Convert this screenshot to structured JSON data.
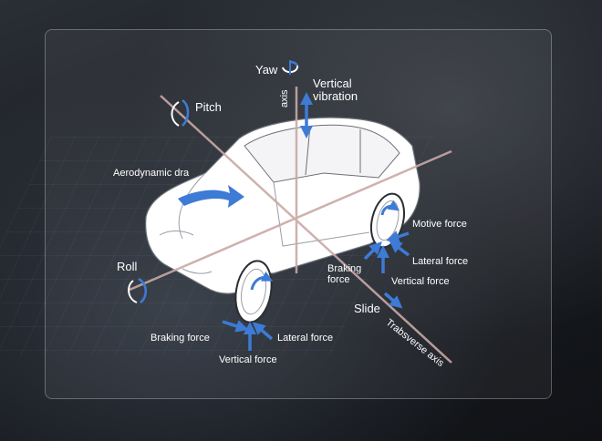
{
  "labels": {
    "yaw": "Yaw",
    "vertical_vibration": "Vertical\nvibration",
    "pitch": "Pitch",
    "vertical_axis": "axis",
    "aerodynamic": "Aerodynamic dra",
    "roll": "Roll",
    "motive_force": "Motive force",
    "lateral_force_rear": "Lateral force",
    "braking_force_rear": "Braking\nforce",
    "vertical_force_rear": "Vertical force",
    "slide": "Slide",
    "transverse_axis": "Trabsverse axis",
    "braking_force_front": "Braking force",
    "lateral_force_front": "Lateral force",
    "vertical_force_front": "Vertical force"
  },
  "colors": {
    "axis": "#c9a9a6",
    "arrow": "#3d7bd6",
    "car_fill": "#ffffff",
    "car_stroke": "#6b6f76"
  }
}
